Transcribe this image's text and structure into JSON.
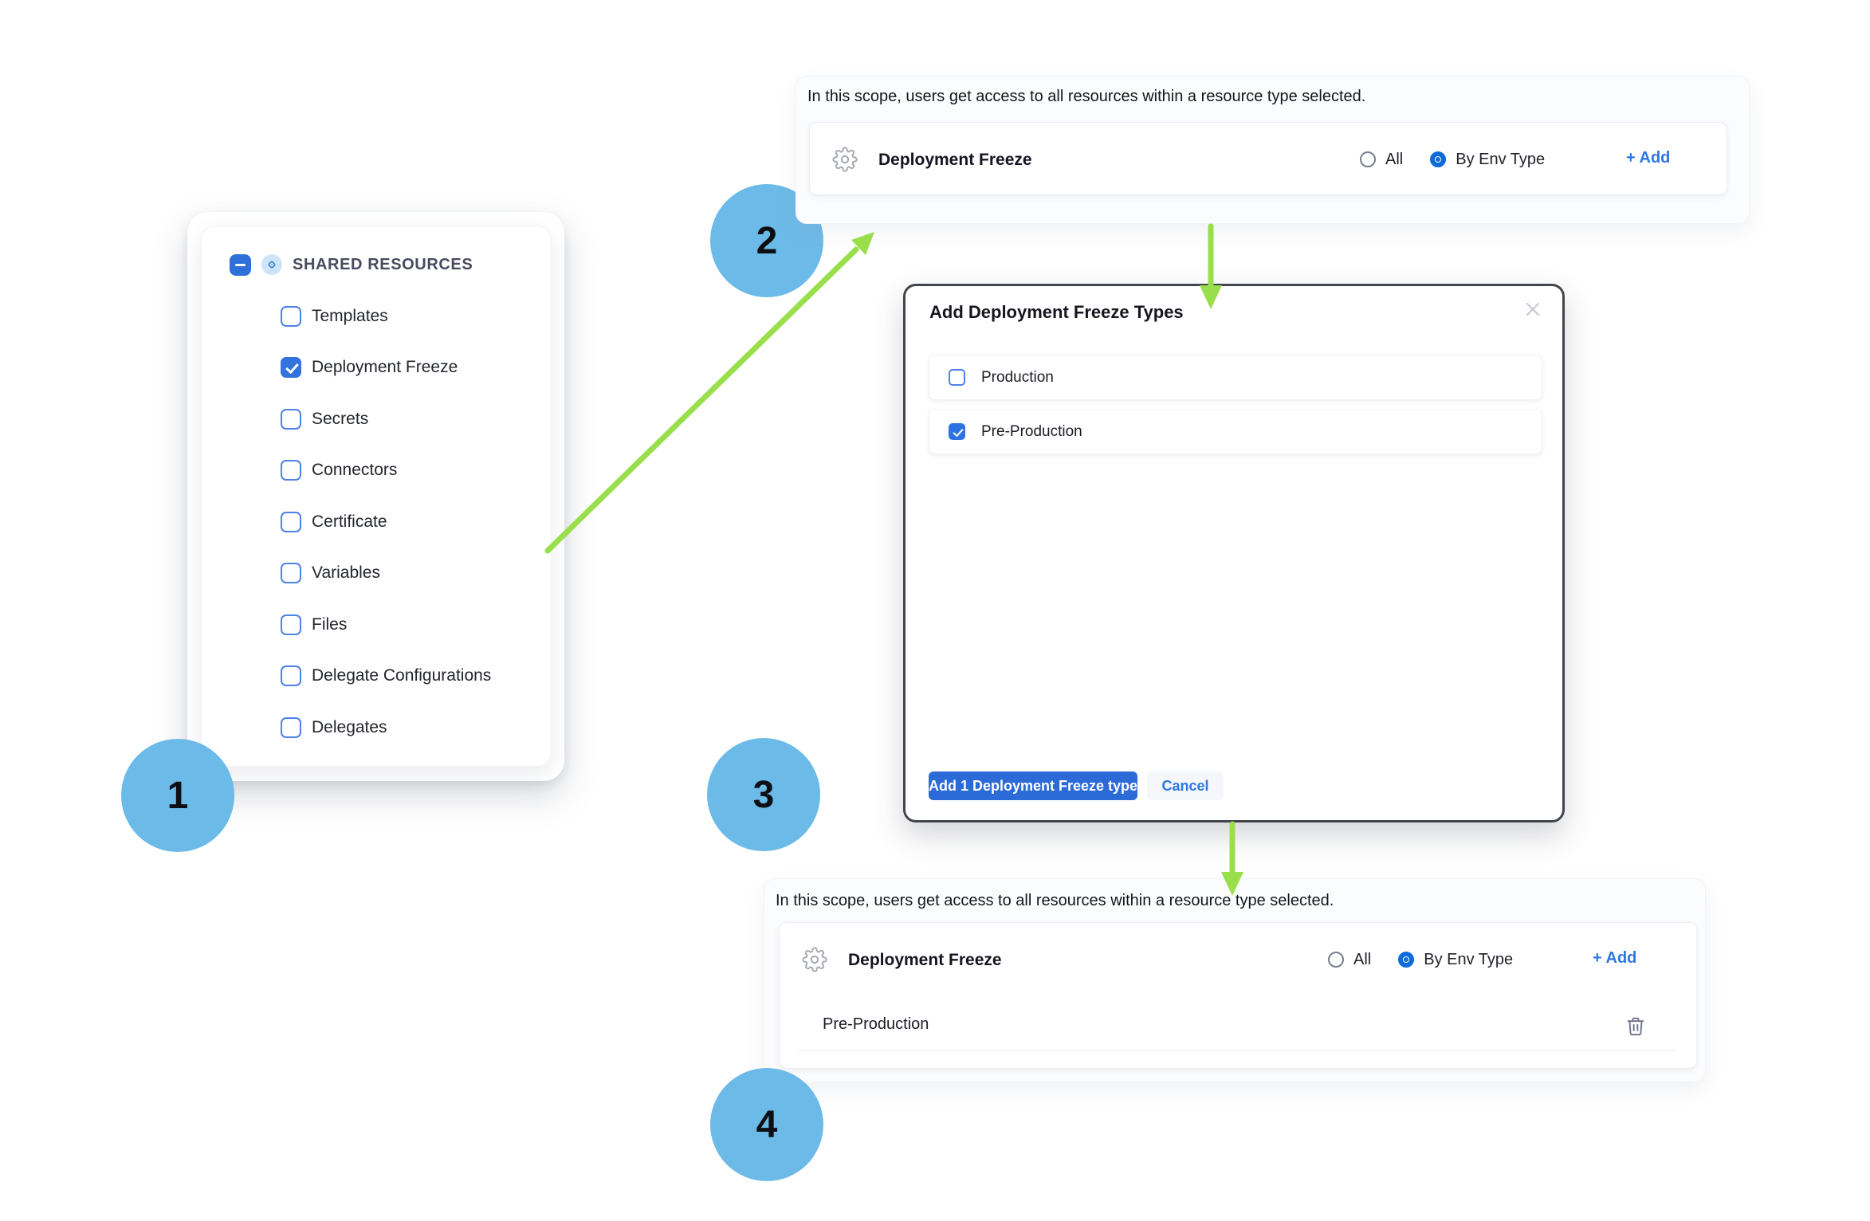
{
  "colors": {
    "accent_blue": "#2B77E4",
    "primary_button": "#2C6BD7",
    "circle_blue": "#6CBAE8",
    "arrow_green": "#99DF4C",
    "checkbox_checked": "#3273DE"
  },
  "steps": {
    "one": "1",
    "two": "2",
    "three": "3",
    "four": "4"
  },
  "sidebar": {
    "title": "SHARED RESOURCES",
    "items": [
      {
        "label": "Templates",
        "checked": false
      },
      {
        "label": "Deployment Freeze",
        "checked": true
      },
      {
        "label": "Secrets",
        "checked": false
      },
      {
        "label": "Connectors",
        "checked": false
      },
      {
        "label": "Certificate",
        "checked": false
      },
      {
        "label": "Variables",
        "checked": false
      },
      {
        "label": "Files",
        "checked": false
      },
      {
        "label": "Delegate Configurations",
        "checked": false
      },
      {
        "label": "Delegates",
        "checked": false
      }
    ]
  },
  "scope_top": {
    "description": "In this scope, users get access to all resources within a resource type selected.",
    "resource": "Deployment Freeze",
    "option_all": "All",
    "option_by_env": "By Env Type",
    "all_selected": false,
    "by_env_selected": true,
    "add_label": "+ Add"
  },
  "modal": {
    "title": "Add Deployment Freeze Types",
    "options": [
      {
        "label": "Production",
        "checked": false
      },
      {
        "label": "Pre-Production",
        "checked": true
      }
    ],
    "primary_label": "Add 1 Deployment Freeze type",
    "cancel_label": "Cancel"
  },
  "scope_bottom": {
    "description": "In this scope, users get access to all resources within a resource type selected.",
    "resource": "Deployment Freeze",
    "option_all": "All",
    "option_by_env": "By Env Type",
    "all_selected": false,
    "by_env_selected": true,
    "add_label": "+ Add",
    "selected_types": [
      {
        "label": "Pre-Production"
      }
    ]
  },
  "icons": {
    "gear": "gear-icon",
    "trash": "trash-icon",
    "close": "close-icon",
    "diamond": "diamond-grid-icon",
    "minus": "minus-icon"
  }
}
